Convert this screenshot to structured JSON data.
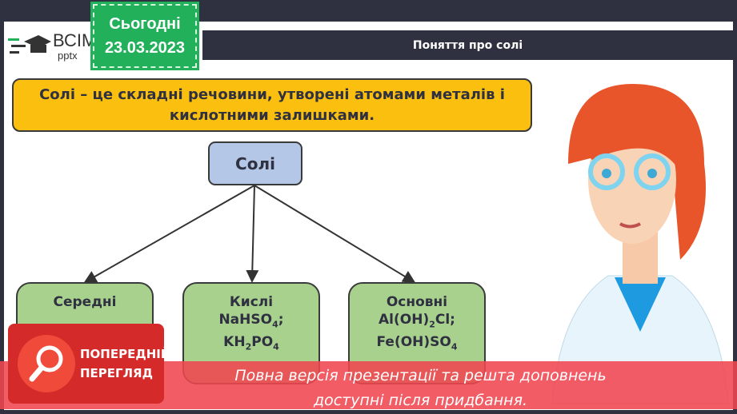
{
  "logo": {
    "brand": "ВСІМ",
    "sub": "pptx"
  },
  "date": {
    "label": "Сьогодні",
    "value": "23.03.2023"
  },
  "title": "Поняття про солі",
  "definition": "Солі – це складні речовини, утворені атомами металів і кислотними залишками.",
  "root": "Солі",
  "categories": [
    {
      "name": "Середні",
      "lines": []
    },
    {
      "name": "Кислі",
      "lines": [
        "NaHSO",
        "4",
        ";",
        "KH",
        "2",
        "PO",
        "4"
      ]
    },
    {
      "name": "Основні",
      "lines": [
        "Al(OH)",
        "2",
        "Cl;",
        "Fe(OH)SO",
        "4"
      ]
    }
  ],
  "preview": {
    "line1": "ПОПЕРЕДНІЙ",
    "line2": "ПЕРЕГЛЯД"
  },
  "banner": {
    "line1": "Повна версія презентації та решта доповнень",
    "line2": "доступні після придбання."
  },
  "colors": {
    "frame": "#2f3140",
    "date": "#22b15a",
    "definition": "#fbbf0f",
    "root": "#b4c7e7",
    "leaf": "#a9d18e",
    "banner": "#f04650"
  }
}
